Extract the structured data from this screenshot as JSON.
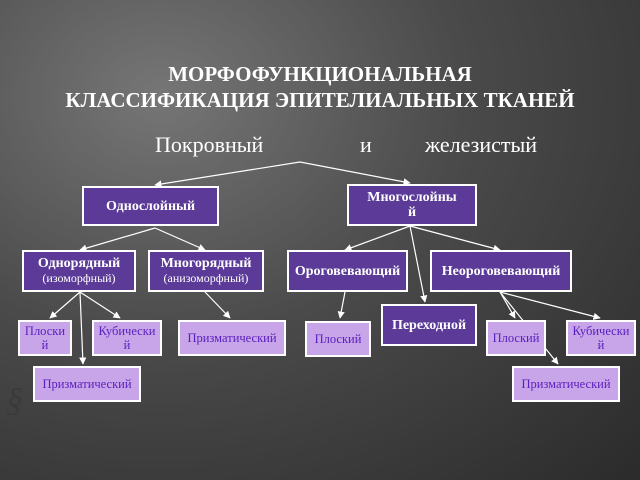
{
  "title": {
    "line1": "МОРФОФУНКЦИОНАЛЬНАЯ",
    "line2": "КЛАССИФИКАЦИЯ ЭПИТЕЛИАЛЬНЫХ ТКАНЕЙ"
  },
  "subtitle": {
    "left": "Покровный",
    "middle": "и",
    "right": "железистый"
  },
  "nodes": {
    "single_layer": "Однослойный",
    "multi_layer": "Многослойный",
    "single_row": "Однорядный",
    "single_row_sub": "(изоморфный)",
    "multi_row": "Многорядный",
    "multi_row_sub": "(анизоморфный)",
    "keratinizing": "Ороговевающий",
    "non_keratinizing": "Неороговевающий",
    "transitional": "Переходной",
    "sr_flat": "Плоский",
    "sr_cubic": "Кубический",
    "sr_prismatic": "Призматический",
    "mr_prismatic": "Призматический",
    "k_flat": "Плоский",
    "nk_flat": "Плоский",
    "nk_cubic": "Кубический",
    "nk_prismatic": "Призматический"
  },
  "colors": {
    "dark_box": "#5b3a98",
    "light_box": "#c8a4e8",
    "light_text": "#5a1fbf",
    "line": "#ffffff"
  }
}
